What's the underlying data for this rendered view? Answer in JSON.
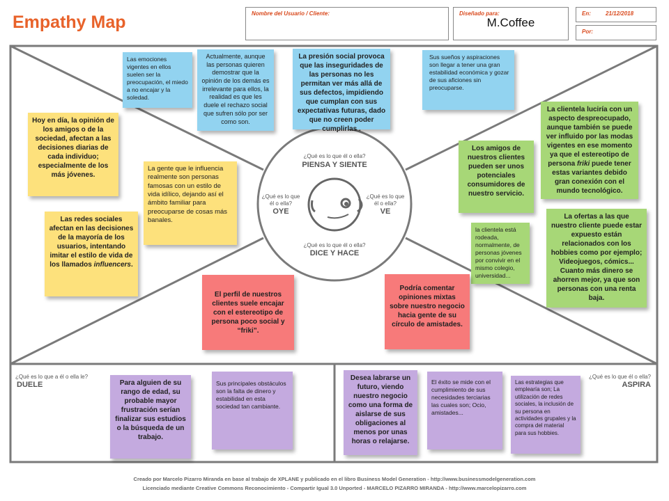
{
  "header": {
    "title": "Empathy Map",
    "user_label": "Nombre del Usuario / Cliente:",
    "designed_label": "Diseñado para:",
    "designed_value": "M.Coffee",
    "date_label": "En:",
    "date_value": "21/12/2018",
    "by_label": "Por:"
  },
  "center": {
    "piensa_q": "¿Qué es lo que él o ella?",
    "piensa_title": "PIENSA Y SIENTE",
    "oye_q": "¿Qué es lo que él o ella?",
    "oye_title": "OYE",
    "ve_q": "¿Qué es lo que él o ella?",
    "ve_title": "VE",
    "dice_q": "¿Qué es lo que él o ella?",
    "dice_title": "DICE Y HACE"
  },
  "bottom": {
    "duele_q": "¿Qué es lo que a él o ella le?",
    "duele_title": "DUELE",
    "aspira_q": "¿Qué es lo que él o ella?",
    "aspira_title": "ASPIRA"
  },
  "notes": {
    "piensa1": "Las emociones vigentes en ellos suelen ser la preocupación, el miedo a no encajar y la soledad.",
    "piensa2": "Actualmente, aunque las personas quieren demostrar que la opinión de los demás es irrelevante para ellos, la realidad es que les duele el rechazo social que sufren sólo por ser como son.",
    "piensa3": "La presión social provoca que las inseguridades de las personas no les permitan ver más allá de sus defectos, impidiendo que cumplan con sus expectativas futuras, dado que no creen poder cumplirlas .",
    "piensa4": "Sus sueños y aspiraciones son llegar a tener una gran estabilidad económica y gozar de sus aficiones sin preocuparse.",
    "oye1": "Hoy en día, la opinión de los amigos o de la sociedad, afectan a las decisiones diarias de cada individuo; especialmente de los más jóvenes.",
    "oye2": "La gente que le influencia realmente son personas famosas con un estilo de vida idílico, dejando así el ámbito familiar para preocuparse de cosas más banales.",
    "oye3a": "Las redes sociales afectan en las decisiones de la mayoría de los usuarios, intentando imitar el estilo de vida de los llamados ",
    "oye3b": "influencers",
    "oye3c": ".",
    "ve1": "Los amigos de nuestros clientes pueden ser unos potenciales consumidores de nuestro servicio.",
    "ve2": "la clientela está rodeada, normalmente, de personas jóvenes por convivir en el mismo colegio, universidad...",
    "ve3a": "La clientela luciría con un aspecto despreocupado, aunque también se puede ver influido por las modas vigentes en ese momento ya que el estereotipo de persona ",
    "ve3b": "friki",
    "ve3c": " puede tener estas variantes debido gran conexión con el mundo tecnológico.",
    "ve4": "La ofertas a las que nuestro cliente puede estar expuesto están relacionados con los hobbies como por ejemplo; Videojuegos, cómics... Cuanto más dinero se ahorren mejor, ya que son personas con una renta baja.",
    "dice1": "El perfil de nuestros clientes suele encajar con el estereotipo de persona poco social y “friki”.",
    "dice2": "Podría comentar opiniones mixtas sobre nuestro negocio hacia gente de su círculo de amistades.",
    "duele1": "Para alguien de su rango de edad, su probable mayor frustración serían finalizar sus estudios o la búsqueda de un trabajo.",
    "duele2": "Sus principales obstáculos son la falta de dinero y estabilidad en esta sociedad tan cambiante.",
    "aspira1": "Desea labrarse un futuro, viendo nuestro negocio como una forma de aislarse de sus obligaciones al menos por unas horas o relajarse.",
    "aspira2": "El éxito se mide con el cumplimiento de sus necesidades terciarias las cuales son; Ocio, amistades...",
    "aspira3": "Las estrategias que emplearía son; La utilización de redes sociales, la inclusión de su persona en actividades grupales y la compra del material para sus hobbies."
  },
  "footer": {
    "line1": "Creado por Marcelo Pizarro Miranda en base al trabajo de XPLANE y publicado en el libro Business Model Generation - http://www.businessmodelgeneration.com",
    "line2": "Licenciado mediante Creative Commons Reconocimiento - Compartir Igual 3.0 Unported - MARCELO PIZARRO MIRANDA - http://www.marcelopizarro.com"
  },
  "colors": {
    "accent": "#e8622a",
    "blue_note": "#92d3f0",
    "yellow_note": "#fde17c",
    "green_note": "#a7d777",
    "red_note": "#f77a7a",
    "purple_note": "#c4aadf"
  }
}
